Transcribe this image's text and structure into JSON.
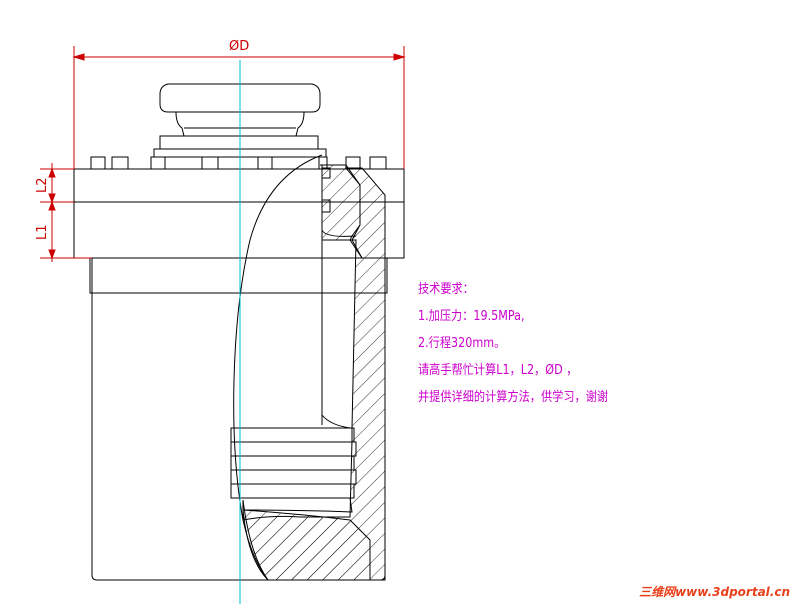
{
  "dimensions": {
    "diameter": "ØD",
    "l1": "L1",
    "l2": "L2"
  },
  "technical_requirements": {
    "heading": "技术要求：",
    "lines": [
      "1.加压力：19.5MPa,",
      "2.行程320mm。",
      "请高手帮忙计算L1，L2，ØD ，",
      "并提供详细的计算方法，供学习，谢谢"
    ]
  },
  "watermark": "三维网www.3dportal.cn",
  "colors": {
    "outline": "#000000",
    "dimension": "#cc0000",
    "centerline": "#00bcd4",
    "notes": "#cc00cc",
    "watermark": "#e8401c"
  }
}
